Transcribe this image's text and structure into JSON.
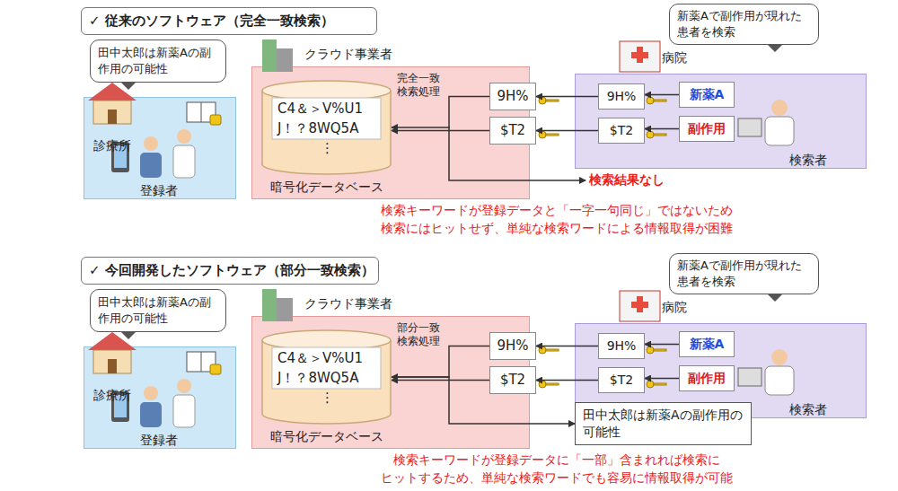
{
  "diagram": {
    "nodes": [
      {
        "text": [
          "✓ 従来のソフトウェア（完全一致検索）"
        ]
      },
      {
        "text": [
          "田中太郎は新薬Aの副作用の可能性"
        ]
      },
      {
        "text": [
          "診療所",
          "登録者"
        ]
      },
      {
        "text": [
          "クラウド事業者",
          "暗号化データベース"
        ]
      },
      {
        "text": [
          "C4＆＞V%U1",
          "J！？8WQ5A",
          "⋮"
        ],
        "in": 3
      },
      {
        "text": [
          "9H%"
        ]
      },
      {
        "text": [
          "$T2"
        ]
      },
      {
        "text": [
          "新薬Aで副作用が現れた患者を検索"
        ]
      },
      {
        "text": [
          "病院",
          "検索者"
        ]
      },
      {
        "text": [
          "9H%"
        ],
        "in": 8
      },
      {
        "text": [
          "$T2"
        ],
        "in": 8
      },
      {
        "text": [
          "新薬A"
        ],
        "in": 8
      },
      {
        "text": [
          "副作用"
        ],
        "in": 8
      },
      {
        "text": [
          "✓ 今回開発したソフトウェア（部分一致検索）"
        ]
      },
      {
        "text": [
          "田中太郎は新薬Aの副作用の可能性"
        ]
      },
      {
        "text": [
          "診療所",
          "登録者"
        ]
      },
      {
        "text": [
          "クラウド事業者",
          "暗号化データベース"
        ]
      },
      {
        "text": [
          "C4＆＞V%U1",
          "J！？8WQ5A",
          "⋮"
        ],
        "in": 16
      },
      {
        "text": [
          "9H%"
        ]
      },
      {
        "text": [
          "$T2"
        ]
      },
      {
        "text": [
          "新薬Aで副作用が現れた患者を検索"
        ]
      },
      {
        "text": [
          "病院",
          "検索者"
        ]
      },
      {
        "text": [
          "9H%"
        ],
        "in": 21
      },
      {
        "text": [
          "$T2"
        ],
        "in": 21
      },
      {
        "text": [
          "新薬A"
        ],
        "in": 21
      },
      {
        "text": [
          "副作用"
        ],
        "in": 21
      },
      {
        "text": [
          "田中太郎は新薬Aの副作用の可能性"
        ]
      }
    ],
    "edges": [
      {
        "from": 11,
        "to": 9,
        "arrow": "to"
      },
      {
        "from": 9,
        "to": 5,
        "arrow": "to"
      },
      {
        "from": 5,
        "to": 4,
        "arrow": "to"
      },
      {
        "from": 12,
        "to": 10,
        "arrow": "to"
      },
      {
        "from": 10,
        "to": 6,
        "arrow": "to"
      },
      {
        "from": 6,
        "to": 4,
        "arrow": "to"
      },
      {
        "from": 24,
        "to": 22,
        "arrow": "to"
      },
      {
        "from": 22,
        "to": 18,
        "arrow": "to"
      },
      {
        "from": 18,
        "to": 17,
        "arrow": "to"
      },
      {
        "from": 25,
        "to": 23,
        "arrow": "to"
      },
      {
        "from": 23,
        "to": 19,
        "arrow": "to"
      },
      {
        "from": 19,
        "to": 17,
        "arrow": "to"
      },
      {
        "from": 17,
        "to": 26,
        "arrow": "to"
      }
    ],
    "labels": [
      "完全一致検索処理",
      "検索結果なし",
      "検索キーワードが登録データと「一字一句同じ」ではないため",
      "検索にはヒットせず、単純な検索ワードによる情報取得が困難",
      "部分一致検索処理",
      "検索キーワードが登録データに「一部」含まれれば検索に",
      "ヒットするため、単純な検索ワードでも容易に情報取得が可能"
    ]
  }
}
